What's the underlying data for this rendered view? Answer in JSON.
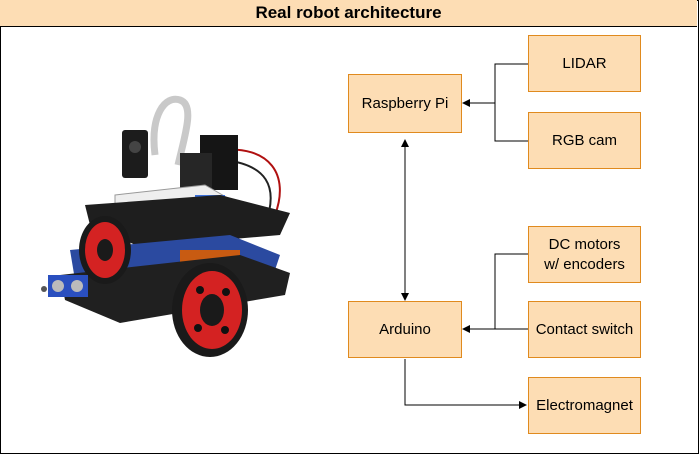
{
  "title": "Real robot architecture",
  "nodes": {
    "raspberry_pi": "Raspberry Pi",
    "arduino": "Arduino",
    "lidar": "LIDAR",
    "rgb_cam": "RGB cam",
    "dc_motors": "DC motors w/ encoders",
    "contact_switch": "Contact switch",
    "electromagnet": "Electromagnet"
  },
  "colors": {
    "box_fill": "#fdddb4",
    "box_border": "#e08a1e",
    "line": "#000000"
  },
  "photo": "robot-car-photo"
}
